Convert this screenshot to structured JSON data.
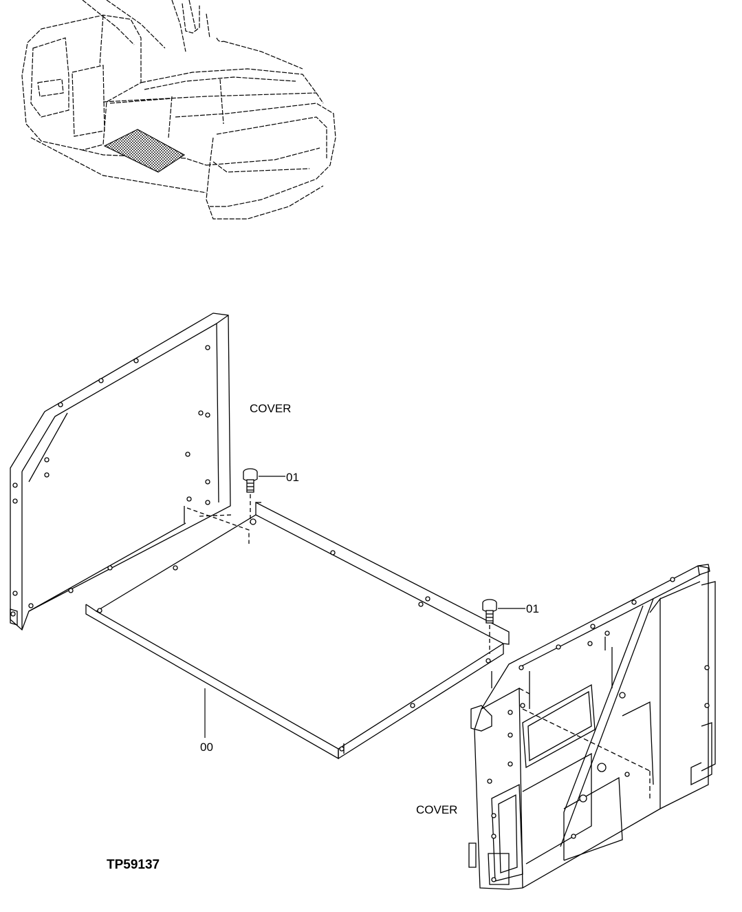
{
  "labels": {
    "cover_upper": "COVER",
    "cover_lower": "COVER",
    "part_01_upper": "01",
    "part_01_lower": "01",
    "part_00": "00"
  },
  "figure_id": "TP59137",
  "colors": {
    "line": "#000000",
    "highlight_hatch": "#555555",
    "background": "#ffffff"
  }
}
